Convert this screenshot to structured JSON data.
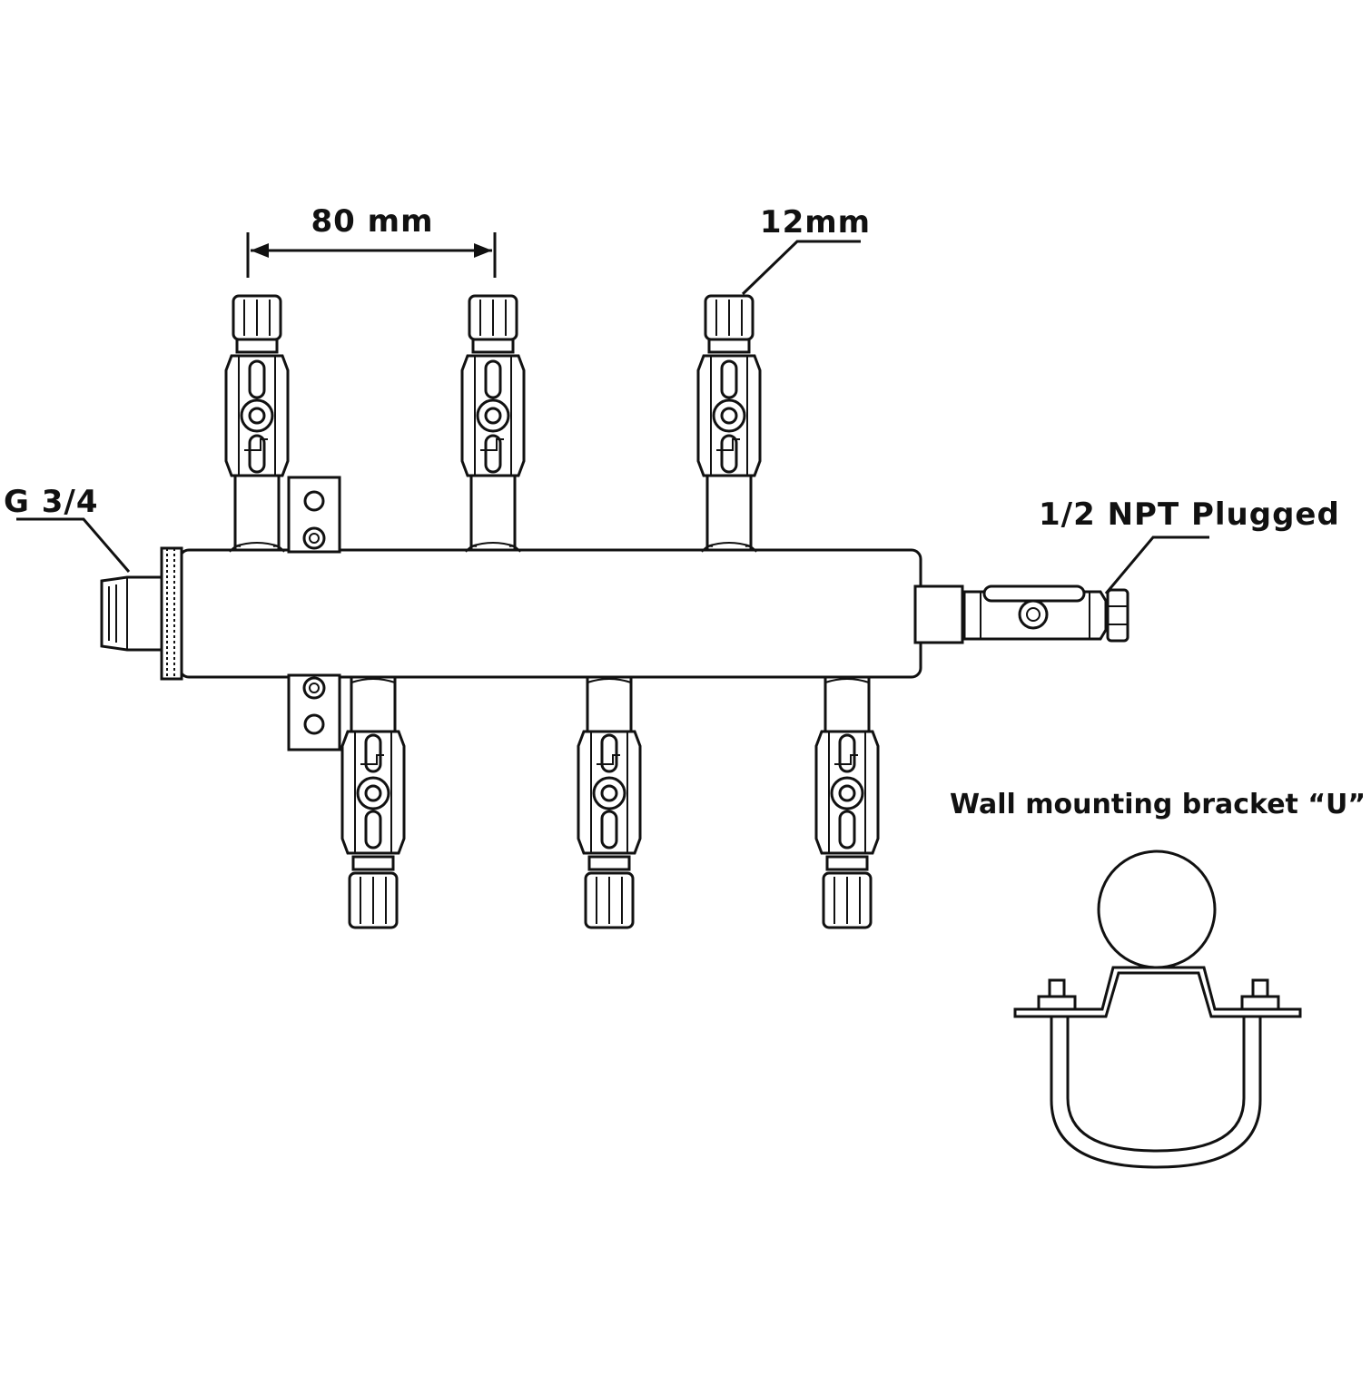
{
  "labels": {
    "spacing": "80 mm",
    "tube_size": "12mm",
    "inlet": "G 3/4",
    "outlet": "1/2 NPT Plugged",
    "bracket": "Wall mounting bracket “U” bolt"
  }
}
